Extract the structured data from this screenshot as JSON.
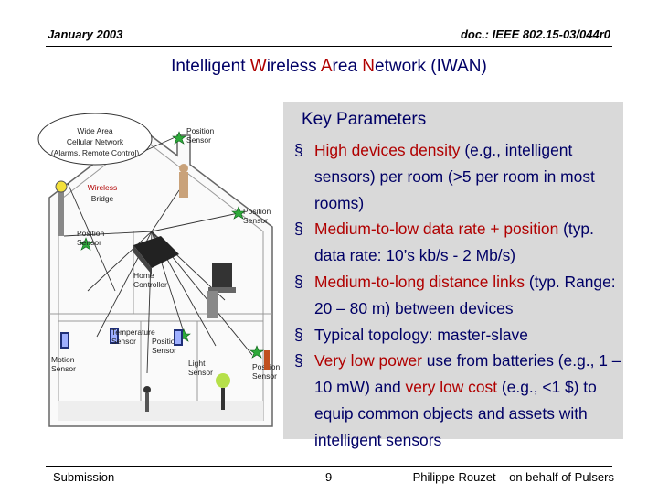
{
  "header": {
    "date": "January 2003",
    "doc": "doc.: IEEE 802.15-03/044r0"
  },
  "title": {
    "w1": "Intelligent ",
    "w2": "W",
    "w3": "ireless ",
    "w4": "A",
    "w5": "rea ",
    "w6": "N",
    "w7": "etwork (IWAN)"
  },
  "diagram": {
    "cloud_line1": "Wide Area",
    "cloud_line2": "Cellular Network",
    "cloud_line3": "(Alarms, Remote Control)",
    "bridge_line1": "Wireless",
    "bridge_line2": "Bridge",
    "pos_top_1": "Position",
    "pos_top_2": "Sensor",
    "pos_right_1": "Position",
    "pos_right_2": "Sensor",
    "pos_left_1": "Position",
    "pos_left_2": "Sensor",
    "home_1": "Home",
    "home_2": "Controller",
    "temp_1": "Temperature",
    "temp_2": "Sensor",
    "pos_mid_1": "Position",
    "pos_mid_2": "Sensor",
    "motion_1": "Motion",
    "motion_2": "Sensor",
    "light_1": "Light",
    "light_2": "Sensor",
    "pos_br_1": "Position",
    "pos_br_2": "Sensor"
  },
  "key_params": {
    "heading": "Key Parameters",
    "bullet_symbol": "§",
    "b1a": "High devices density",
    "b1b": " (e.g., intelligent sensors) per room (>5 per room in most rooms)",
    "b2a": "Medium-to-low data rate + position",
    "b2b": " (typ. data rate: 10’s kb/s - 2 Mb/s)",
    "b3a": "Medium-to-long distance links",
    "b3b": " (typ. Range: 20 – 80 m) between devices",
    "b4a": "Typical topology: master-slave",
    "b5a": "Very low power",
    "b5b": " use from batteries (e.g., 1 – 10 mW) and ",
    "b5c": "very low cost",
    "b5d": " (e.g., <1 $) to equip common objects and assets with intelligent sensors"
  },
  "footer": {
    "left": "Submission",
    "page": "9",
    "right": "Philippe Rouzet – on behalf of  Pulsers"
  },
  "colors": {
    "title_blue": "#000066",
    "accent_red": "#b00000",
    "panel_gray": "#d9d9d9"
  }
}
